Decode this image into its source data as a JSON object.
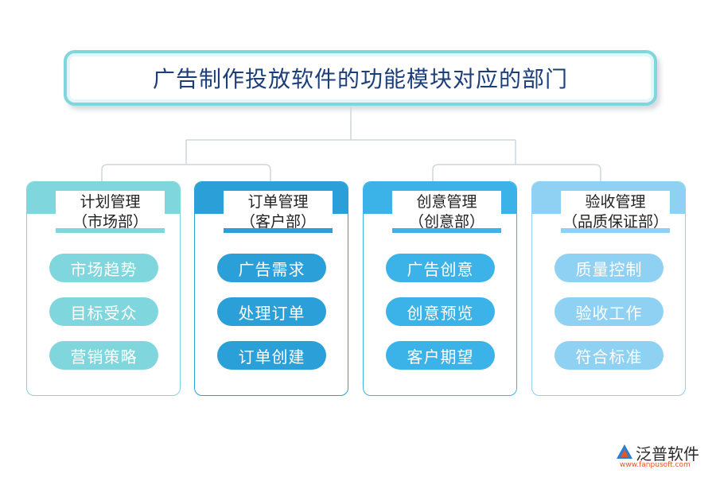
{
  "title": "广告制作投放软件的功能模块对应的部门",
  "columns": [
    {
      "name_line1": "计划管理",
      "name_line2": "（市场部）",
      "accent": "#7fd6dc",
      "items": [
        "市场趋势",
        "目标受众",
        "营销策略"
      ]
    },
    {
      "name_line1": "订单管理",
      "name_line2": "（客户部）",
      "accent": "#2a9fd8",
      "items": [
        "广告需求",
        "处理订单",
        "订单创建"
      ]
    },
    {
      "name_line1": "创意管理",
      "name_line2": "（创意部）",
      "accent": "#3bb3e8",
      "items": [
        "广告创意",
        "创意预览",
        "客户期望"
      ]
    },
    {
      "name_line1": "验收管理",
      "name_line2": "（品质保证部）",
      "accent": "#8fd1f2",
      "items": [
        "质量控制",
        "验收工作",
        "符合标准"
      ]
    }
  ],
  "logo": {
    "name": "泛普软件",
    "url": "www.fanpusoft.com",
    "icon": "fanpu-logo-icon"
  }
}
